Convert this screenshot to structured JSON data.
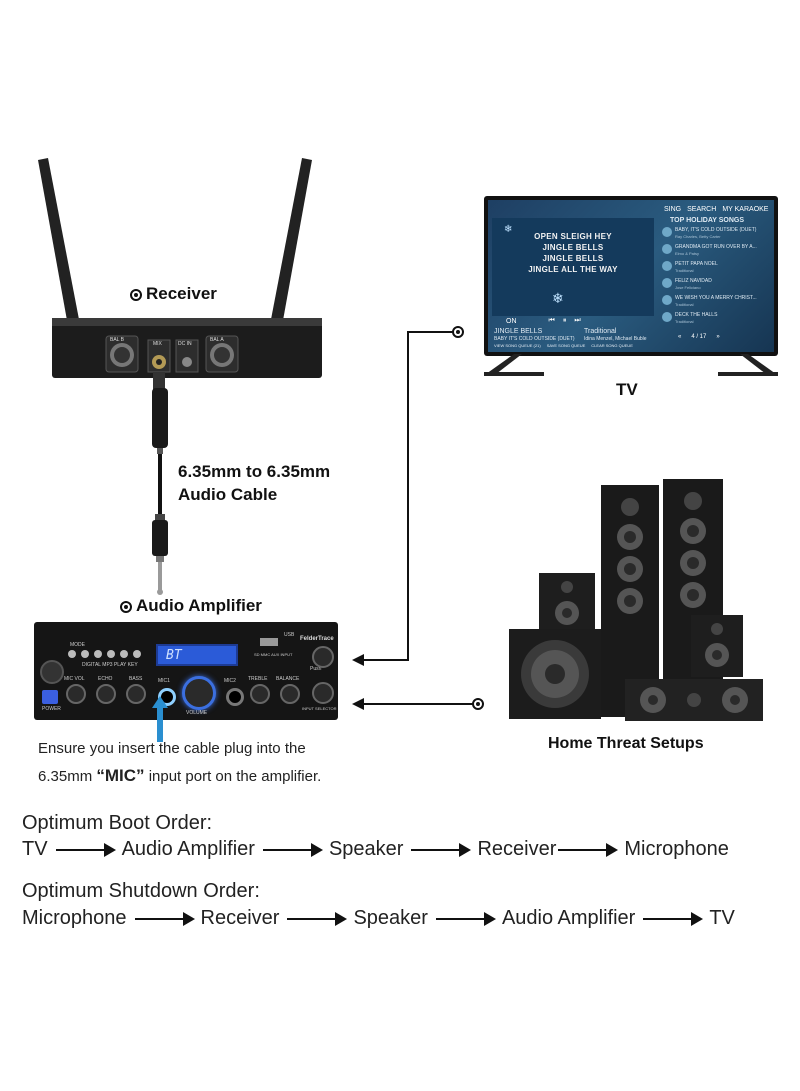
{
  "labels": {
    "receiver": "Receiver",
    "tv": "TV",
    "cable": [
      "6.35mm to 6.35mm",
      "Audio Cable"
    ],
    "amplifier": "Audio Amplifier",
    "home": "Home Threat Setups",
    "note_line1": "Ensure you insert the cable plug into the",
    "note_mm": "6.35mm ",
    "note_mic": "“MIC”",
    "note_rest": " input port on the amplifier."
  },
  "receiver_ports": [
    "BAL B",
    "MIX",
    "DC IN",
    "BAL A"
  ],
  "tv_ui": {
    "tabs": [
      "SING",
      "SEARCH",
      "MY KARAOKE"
    ],
    "list_title": "TOP HOLIDAY SONGS",
    "songs": [
      {
        "title": "BABY, IT'S COLD OUTSIDE (DUET)",
        "artist": "Ray Charles, Betty Carter"
      },
      {
        "title": "GRANDMA GOT RUN OVER BY A...",
        "artist": "Elmo & Patsy"
      },
      {
        "title": "PETIT PAPA NOEL",
        "artist": "Traditional"
      },
      {
        "title": "FELIZ NAVIDAD",
        "artist": "Jose Feliciano"
      },
      {
        "title": "WE WISH YOU A MERRY CHRIST...",
        "artist": "Traditional"
      },
      {
        "title": "DECK THE HALLS",
        "artist": "Traditional"
      }
    ],
    "lyrics": [
      "OPEN SLEIGH HEY",
      "JINGLE BELLS",
      "JINGLE BELLS",
      "JINGLE ALL THE WAY"
    ],
    "on_label": "ON",
    "queue_rows": [
      {
        "a": "JINGLE BELLS",
        "b": "Traditional"
      },
      {
        "a": "BABY IT'S COLD OUTSIDE (DUET)",
        "b": "Idina Menzel, Michael Buble"
      }
    ],
    "buttons": [
      "VIEW SONG QUEUE (21)",
      "SAVE SONG QUEUE",
      "CLEAR SONG QUEUE"
    ],
    "page": "4 / 17"
  },
  "amp_ui": {
    "display": "BT",
    "brand": "FelderTrace",
    "mode": "MODE",
    "player": "DIGITAL MP3 PLAY KEY",
    "usb": "USB",
    "sd": "SD MMC AUX INPUT",
    "knobs": [
      "MIC VOL",
      "ECHO",
      "BASS",
      "TREBLE",
      "BALANCE"
    ],
    "mic1": "MIC1",
    "mic2": "MIC2",
    "volume": "VOLUME",
    "input_selector": "INPUT SELECTOR",
    "push": "Push",
    "power": "POWER"
  },
  "boot": {
    "title": "Optimum Boot Order:",
    "items": [
      "TV",
      "Audio Amplifier",
      "Speaker",
      "Receiver",
      "Microphone"
    ]
  },
  "shutdown": {
    "title": "Optimum Shutdown Order:",
    "items": [
      "Microphone",
      "Receiver",
      "Speaker",
      "Audio Amplifier",
      "TV"
    ]
  },
  "colors": {
    "accent": "#2a8fd0",
    "display_blue": "#2b5bd8",
    "dark": "#1a1a1a"
  }
}
